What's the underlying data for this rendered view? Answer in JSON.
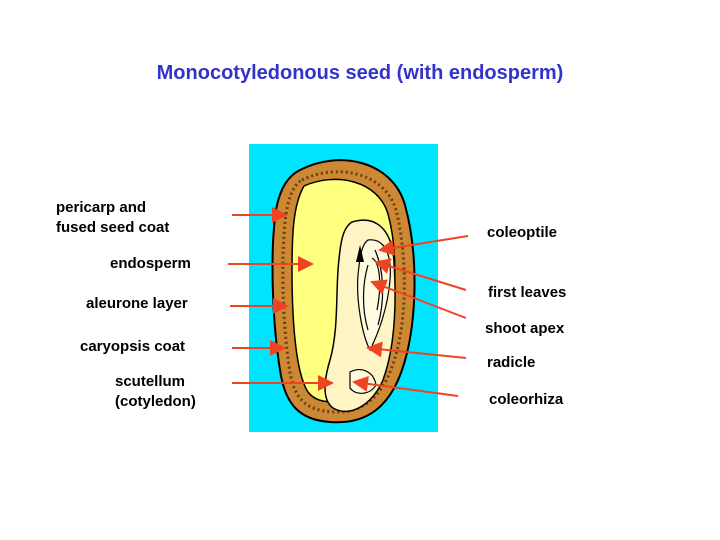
{
  "title": "Monocotyledonous seed (with endosperm)",
  "colors": {
    "title": "#3333cc",
    "background_panel": "#00e5ff",
    "endosperm": "#ffff80",
    "coat": "#cc8833",
    "embryo": "#fff4c4",
    "arrow": "#ee4422"
  },
  "labels": {
    "pericarp": "pericarp and\nfused seed coat",
    "endosperm": "endosperm",
    "aleurone": "aleurone layer",
    "caryopsis": "caryopsis coat",
    "scutellum": "scutellum\n(cotyledon)",
    "coleoptile": "coleoptile",
    "first_leaves": "first leaves",
    "shoot_apex": "shoot apex",
    "radicle": "radicle",
    "coleorhiza": "coleorhiza"
  }
}
